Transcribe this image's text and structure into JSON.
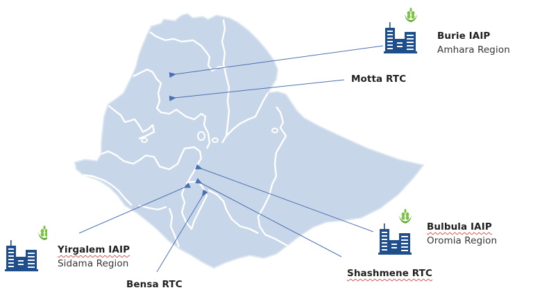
{
  "map": {
    "country": "Ethiopia",
    "fill_color": "#c7d6e8",
    "border_color": "#ffffff",
    "arrow_color": "#4a6fb0"
  },
  "sites": [
    {
      "id": "burie",
      "name": "Burie IAIP",
      "region": "Amhara Region",
      "type": "IAIP",
      "icon": "building-with-wheat-icon"
    },
    {
      "id": "motta",
      "name": "Motta RTC",
      "type": "RTC"
    },
    {
      "id": "bulbula",
      "name": "Bulbula IAIP",
      "region": "Oromia Region",
      "type": "IAIP",
      "icon": "building-with-wheat-icon"
    },
    {
      "id": "shashmene",
      "name": "Shashmene RTC",
      "type": "RTC"
    },
    {
      "id": "yirgalem",
      "name": "Yirgalem IAIP",
      "region": "Sidama Region",
      "type": "IAIP",
      "icon": "building-with-wheat-icon"
    },
    {
      "id": "bensa",
      "name": "Bensa RTC",
      "type": "RTC"
    }
  ],
  "colors": {
    "building_blue": "#1f4e8c",
    "wheat_green": "#7cc242",
    "text": "#1f1f1f"
  }
}
